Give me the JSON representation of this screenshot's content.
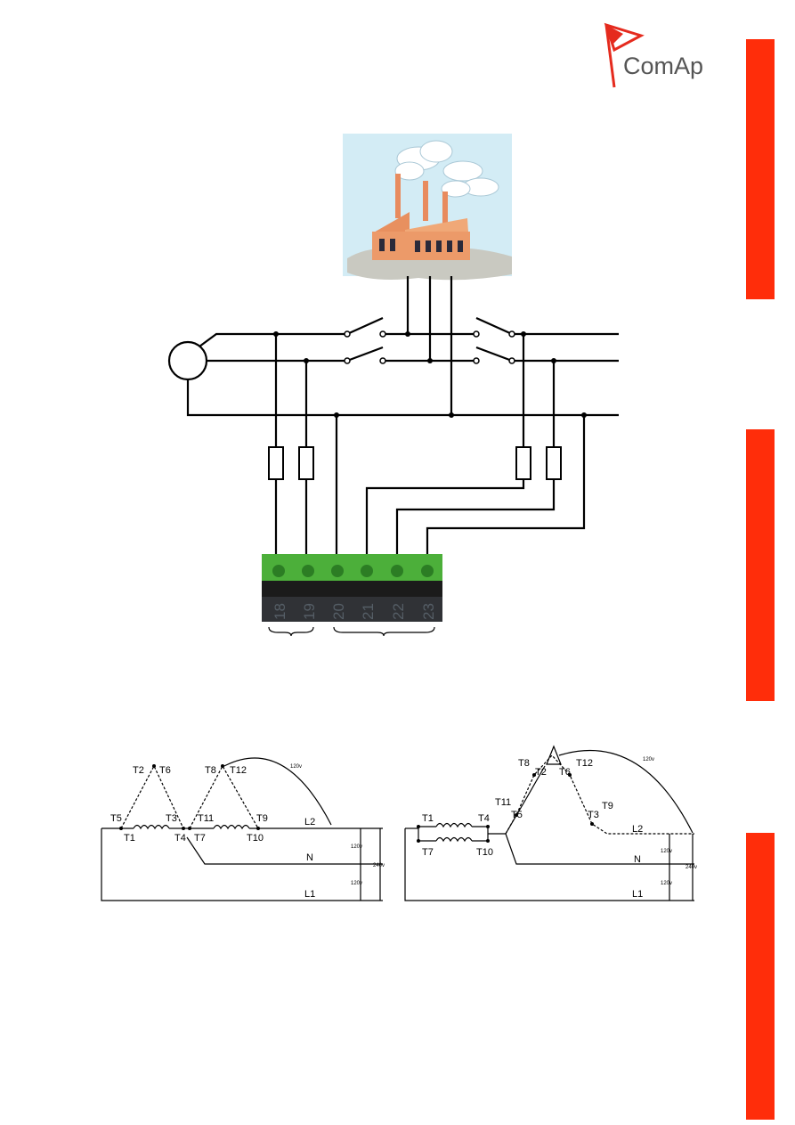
{
  "brand": {
    "logo_text": "ComAp",
    "accent_color": "#ff2d0a"
  },
  "terminal_block": {
    "pins": [
      "18",
      "19",
      "20",
      "21",
      "22",
      "23"
    ],
    "color": "#4caf3a"
  },
  "diagram_left": {
    "terminals": [
      "T1",
      "T2",
      "T3",
      "T4",
      "T5",
      "T6",
      "T7",
      "T8",
      "T9",
      "T10",
      "T11",
      "T12"
    ],
    "lines": {
      "l1": "L1",
      "l2": "L2",
      "n": "N"
    },
    "voltages": {
      "arc": "120v",
      "upper": "120v",
      "lower": "120v",
      "total": "240v"
    }
  },
  "diagram_right": {
    "terminals": [
      "T1",
      "T2",
      "T3",
      "T4",
      "T5",
      "T6",
      "T7",
      "T8",
      "T9",
      "T10",
      "T11",
      "T12"
    ],
    "lines": {
      "l1": "L1",
      "l2": "L2",
      "n": "N"
    },
    "voltages": {
      "arc": "120v",
      "upper": "120v",
      "lower": "120v",
      "total": "240v"
    }
  }
}
